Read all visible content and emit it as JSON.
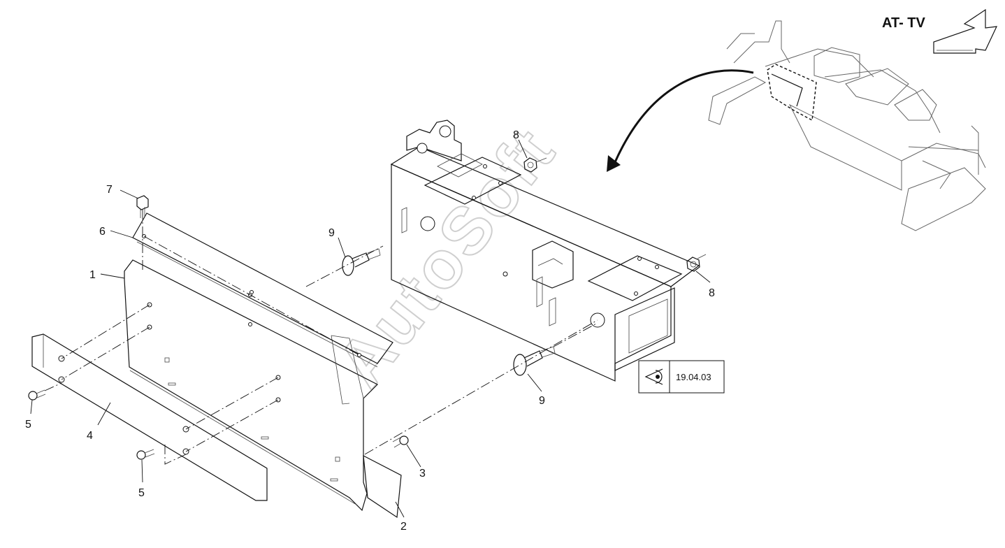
{
  "view_label": "AT- TV",
  "watermark": "AutoSoft",
  "reference_box": {
    "text": "19.04.03",
    "icon": "eye-icon"
  },
  "callouts": {
    "c1": "1",
    "c2": "2",
    "c3": "3",
    "c4": "4",
    "c5a": "5",
    "c5b": "5",
    "c6": "6",
    "c7": "7",
    "c8a": "8",
    "c8b": "8",
    "c9a": "9",
    "c9b": "9"
  }
}
